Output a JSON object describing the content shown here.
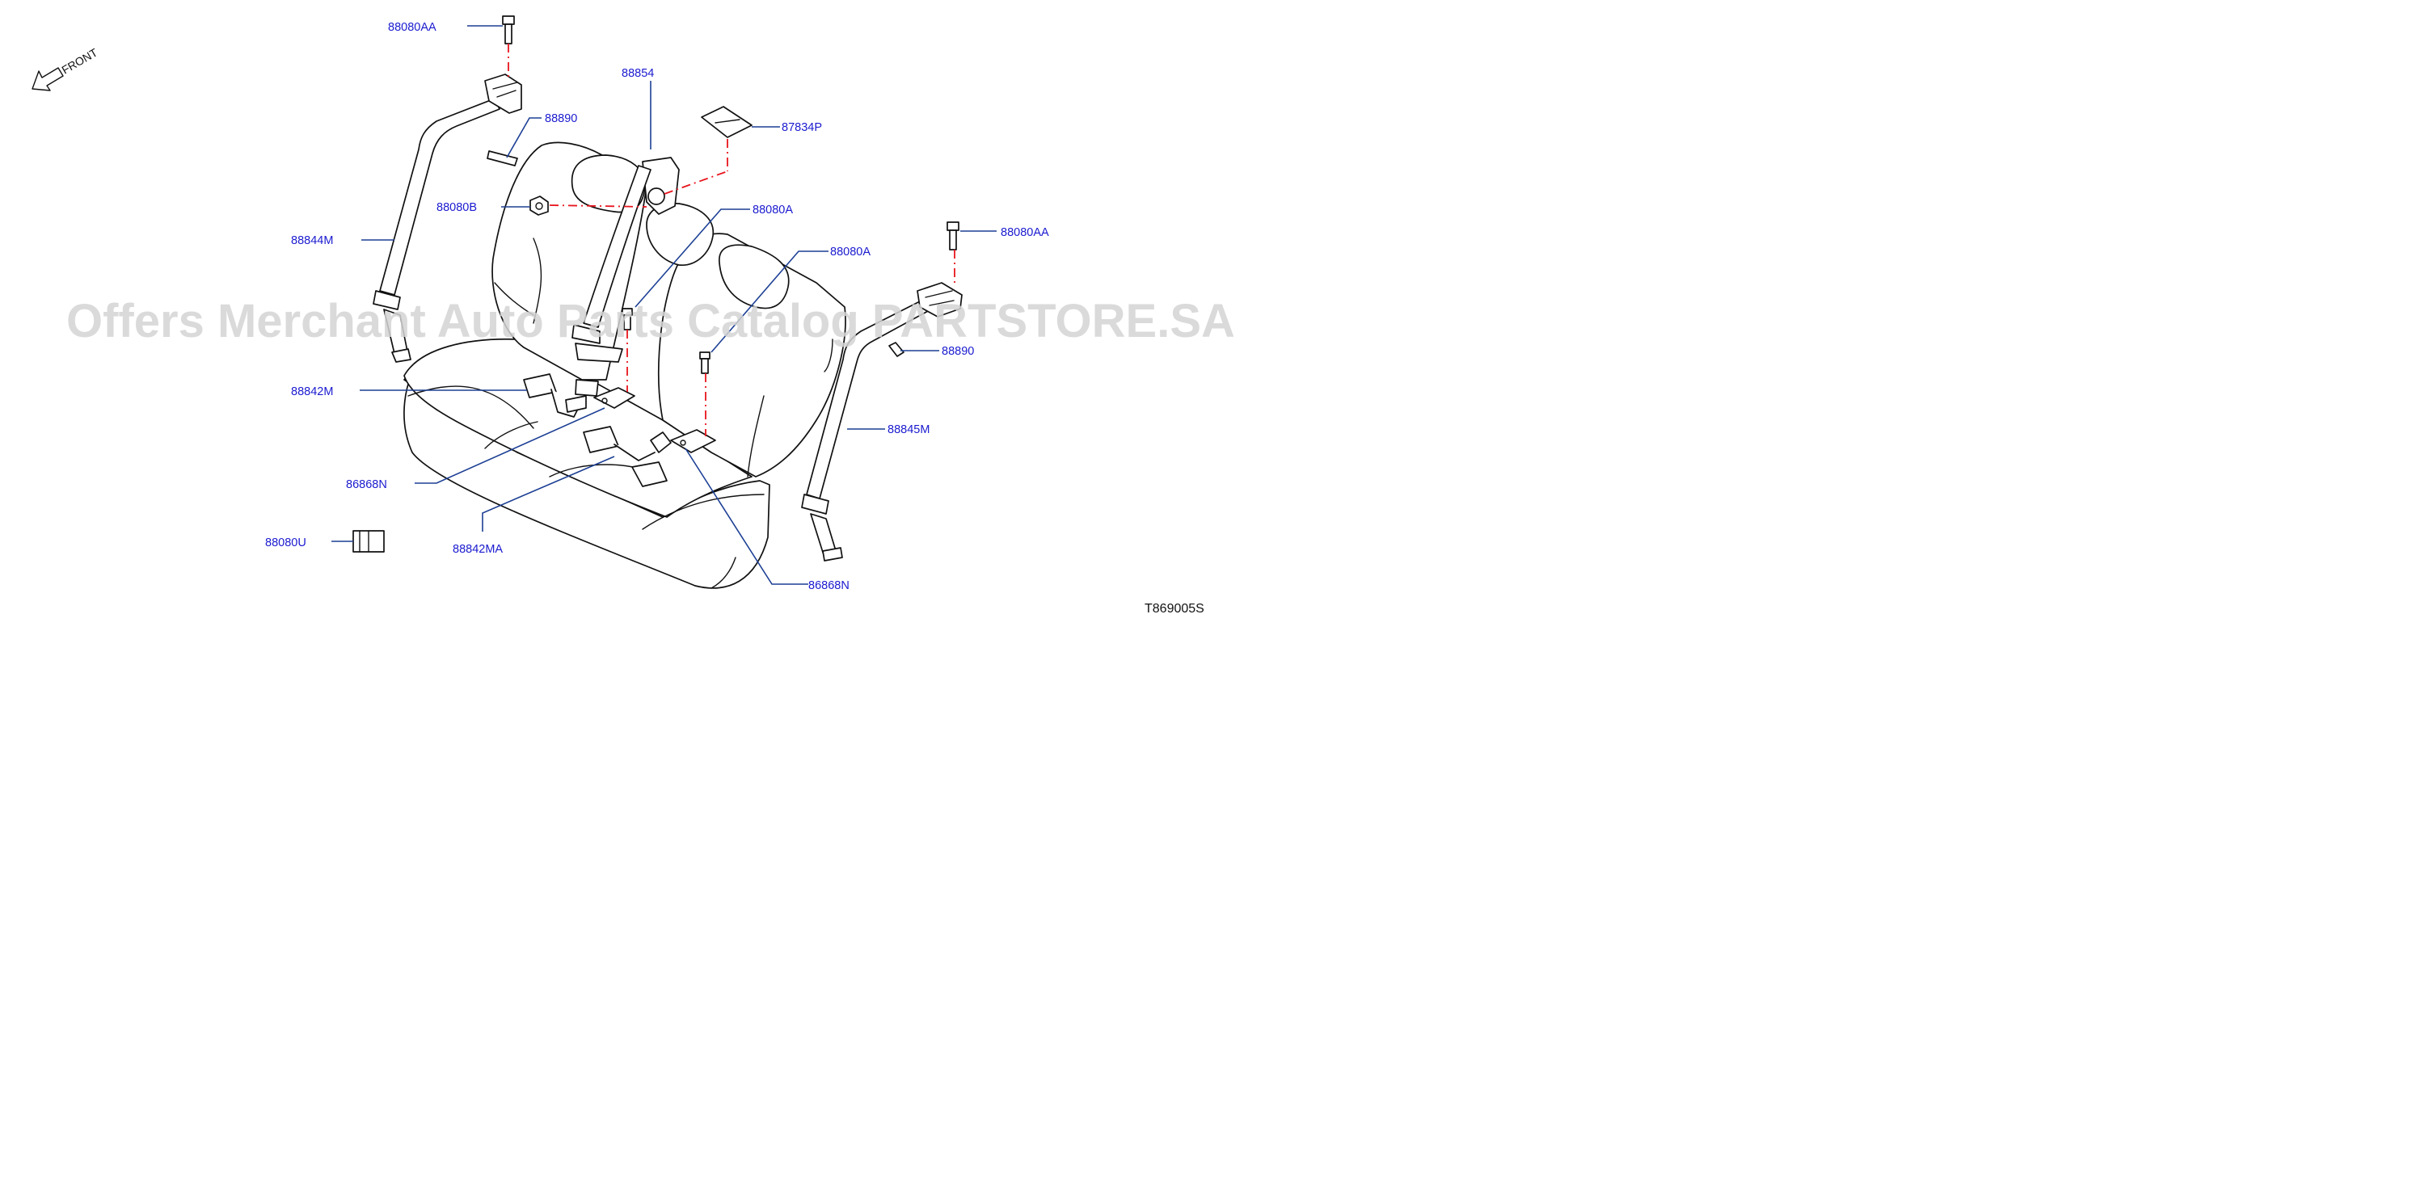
{
  "direction": {
    "label": "FRONT"
  },
  "watermark": "Offers Merchant Auto Parts Catalog PARTSTORE.SA",
  "diagram_code": "T869005S",
  "parts": {
    "p88080aa_left": "88080AA",
    "p88890_left": "88890",
    "p88844m": "88844M",
    "p88080b": "88080B",
    "p88854": "88854",
    "p87834p": "87834P",
    "p88080a_center": "88080A",
    "p88080a_right": "88080A",
    "p88080aa_right": "88080AA",
    "p88890_right": "88890",
    "p88845m": "88845M",
    "p88842m": "88842M",
    "p86868n_left": "86868N",
    "p88842ma": "88842MA",
    "p86868n_right": "86868N",
    "p88080u": "88080U"
  },
  "colors": {
    "label": "#1a1ad0",
    "leader": "#1c3f94",
    "dashed_link": "#e8141c",
    "outline": "#111111",
    "watermark": "#d4d4d4"
  }
}
